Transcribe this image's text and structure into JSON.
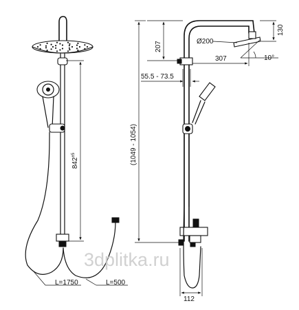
{
  "dimensions": {
    "height_842": "842",
    "height_842_tol": "±5",
    "length_1750": "L=1750",
    "length_500": "L=500",
    "diameter": "Ø200",
    "arm_207": "207",
    "arm_130": "130",
    "reach_307": "307",
    "angle": "10°",
    "range_55": "55.5 - 73.5",
    "total_range": "(1049 - 1054)",
    "width_112": "112"
  },
  "watermark": "3dplitka.ru"
}
